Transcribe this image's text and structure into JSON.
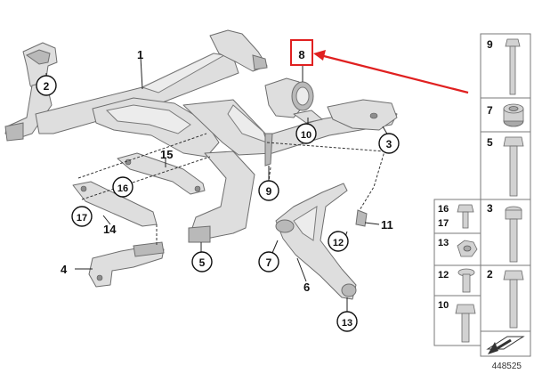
{
  "diagram": {
    "callouts": {
      "p1": "1",
      "p2": "2",
      "p3": "3",
      "p4": "4",
      "p5": "5",
      "p6": "6",
      "p7": "7",
      "p8": "8",
      "p9": "9",
      "p10": "10",
      "p11": "11",
      "p12": "12",
      "p13": "13",
      "p14": "14",
      "p15": "15",
      "p16": "16",
      "p17": "17"
    },
    "highlight_color": "#e02020"
  },
  "parts_list": {
    "cells": [
      {
        "labels": [
          "9"
        ]
      },
      {
        "labels": [
          "7"
        ]
      },
      {
        "labels": [
          "5"
        ]
      },
      {
        "labels": [
          "16",
          "17"
        ]
      },
      {
        "labels": [
          "3"
        ]
      },
      {
        "labels": [
          "13"
        ]
      },
      {
        "labels": [
          "12"
        ]
      },
      {
        "labels": [
          "2"
        ]
      },
      {
        "labels": [
          "10"
        ]
      }
    ]
  },
  "footer": {
    "diagram_number": "448525"
  }
}
